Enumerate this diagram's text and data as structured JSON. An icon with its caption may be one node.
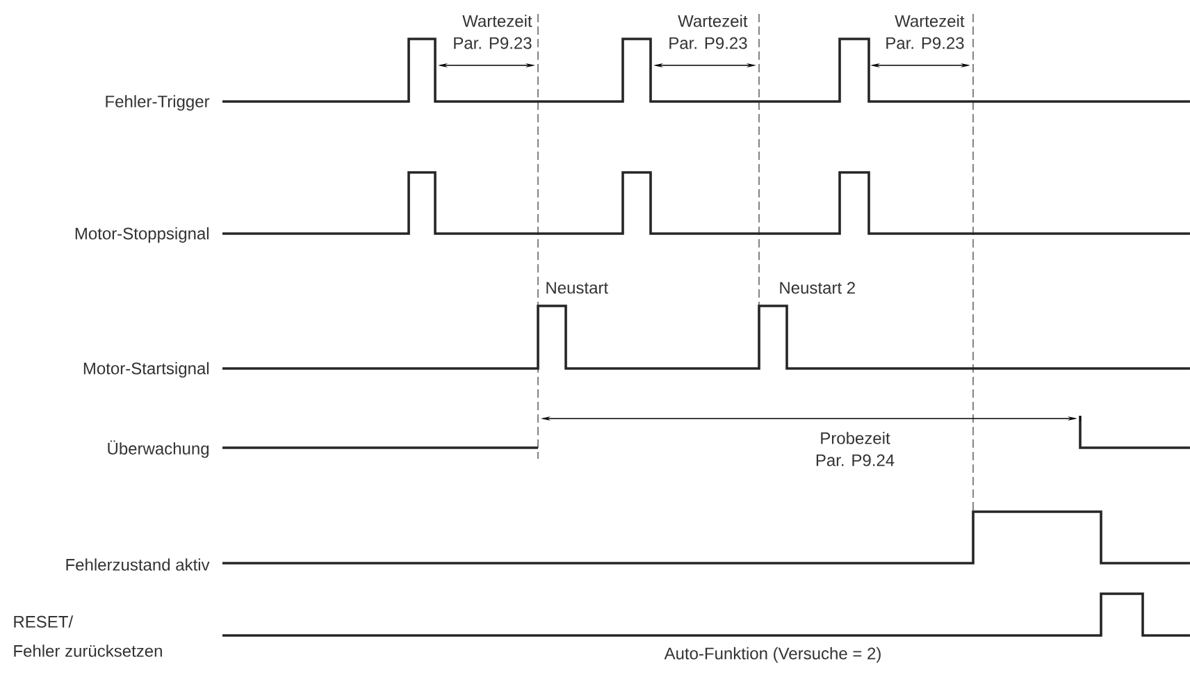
{
  "diagram": {
    "labels": [
      "Wartezeit",
      "Par. P9.23",
      "Wartezeit",
      "Par. P9.23",
      "Wartezeit",
      "Par. P9.23",
      "Fehler-Trigger",
      "Motor-Stoppsignal",
      "Neustart",
      "Neustart 2",
      "Motor-Startsignal",
      "Überwachung",
      "Probezeit",
      "Par. P9.24",
      "Fehlerzustand aktiv",
      "RESET/",
      "Fehler zurücksetzen",
      "Auto-Funktion (Versuche = 2)"
    ]
  }
}
